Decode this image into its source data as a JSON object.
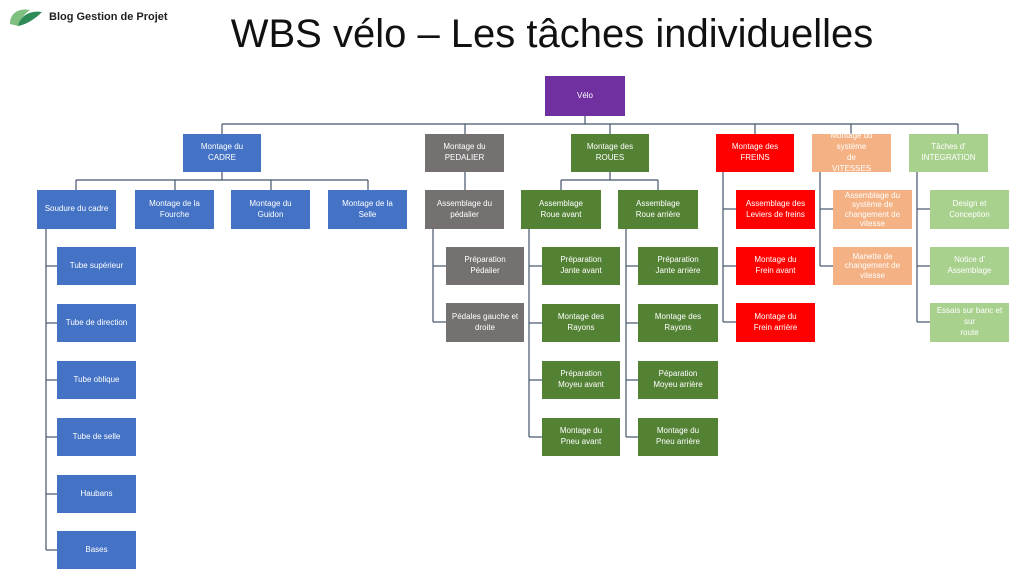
{
  "logo": {
    "text": "Blog Gestion de Projet"
  },
  "title": "WBS vélo – Les tâches individuelles",
  "colors": {
    "purple": "#7030a0",
    "blue": "#4472c4",
    "gray": "#767171",
    "green": "#548235",
    "red": "#ff0000",
    "orange": "#f4b183",
    "lgreen": "#a9d18e",
    "line": "#44546a"
  },
  "nodes": {
    "root": "Vélo",
    "cadre": "Montage du\nCADRE",
    "pedalier": "Montage du\nPEDALIER",
    "roues": "Montage des\nROUES",
    "freins": "Montage des\nFREINS",
    "vitesses": "Montage du système\nde\nVITESSES",
    "integration": "Tâches d'\nINTEGRATION",
    "soudure": "Soudure du cadre",
    "fourche": "Montage de la\nFourche",
    "guidon": "Montage du\nGuidon",
    "selle": "Montage de la\nSelle",
    "tube_sup": "Tube supérieur",
    "tube_dir": "Tube de direction",
    "tube_obl": "Tube oblique",
    "tube_selle": "Tube de selle",
    "haubans": "Haubans",
    "bases": "Bases",
    "ass_pedalier": "Assemblage du\npédalier",
    "prep_pedalier": "Préparation\nPédalier",
    "pedales": "Pédales gauche et\ndroite",
    "roue_av": "Assemblage\nRoue avant",
    "roue_ar": "Assemblage\nRoue arrière",
    "prep_jante_av": "Préparation\nJante avant",
    "rayons_av": "Montage des\nRayons",
    "prep_moyeu_av": "Préparation\nMoyeu avant",
    "pneu_av": "Montage du\nPneu avant",
    "prep_jante_ar": "Préparation\nJante arrière",
    "rayons_ar": "Montage des\nRayons",
    "prep_moyeu_ar": "Péparation\nMoyeu arrière",
    "pneu_ar": "Montage du\nPneu arrière",
    "leviers": "Assemblage des\nLeviers de freins",
    "frein_av": "Montage du\nFrein avant",
    "frein_ar": "Montage du\nFrein arrière",
    "ass_vitesses": "Assemblage du\nsystème de\nchangement de\nvitesse",
    "manette": "Manette de\nchangement de\nvitesse",
    "design": "Design et\nConception",
    "notice": "Notice d'\nAssemblage",
    "essais": "Essais sur banc et sur\nroute"
  }
}
